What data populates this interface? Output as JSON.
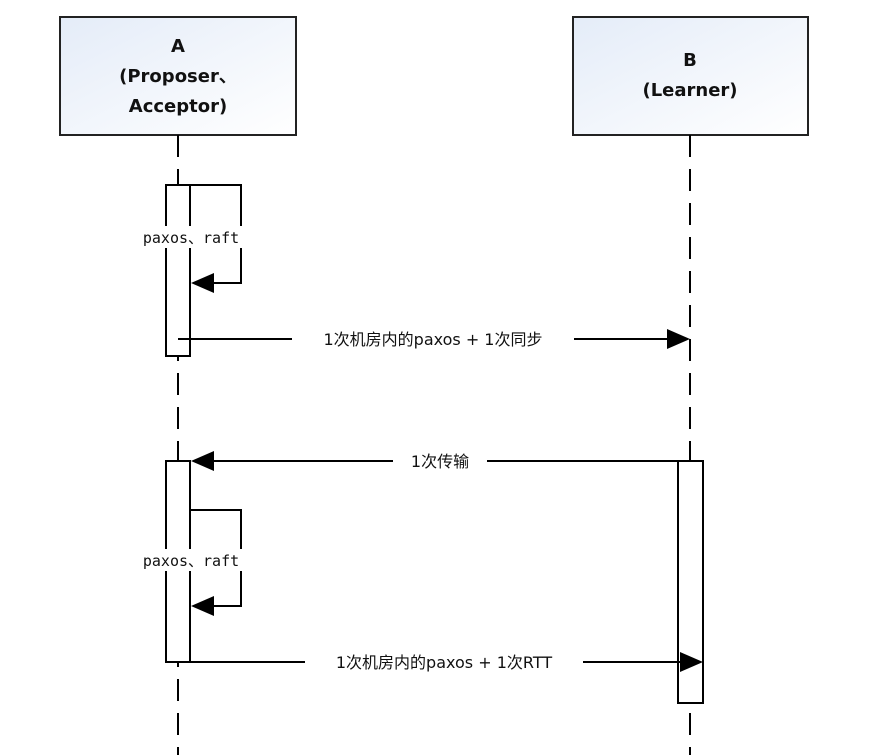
{
  "diagram": {
    "type": "sequence",
    "participants": [
      {
        "id": "A",
        "name": "A",
        "role_line1": "(Proposer、",
        "role_line2": "Acceptor)"
      },
      {
        "id": "B",
        "name": "B",
        "role_line1": "(Learner)"
      }
    ],
    "self_messages": [
      {
        "label": "paxos、raft",
        "on": "A"
      },
      {
        "label": "paxos、raft",
        "on": "A"
      }
    ],
    "messages": [
      {
        "from": "A",
        "to": "B",
        "label": "1次机房内的paxos + 1次同步"
      },
      {
        "from": "B",
        "to": "A",
        "label": "1次传输"
      },
      {
        "from": "A",
        "to": "B",
        "label": "1次机房内的paxos + 1次RTT"
      }
    ],
    "colors": {
      "line": "#000000",
      "box_fill_start": "#e6edf8",
      "box_fill_end": "#ffffff",
      "box_border": "#222222"
    }
  }
}
